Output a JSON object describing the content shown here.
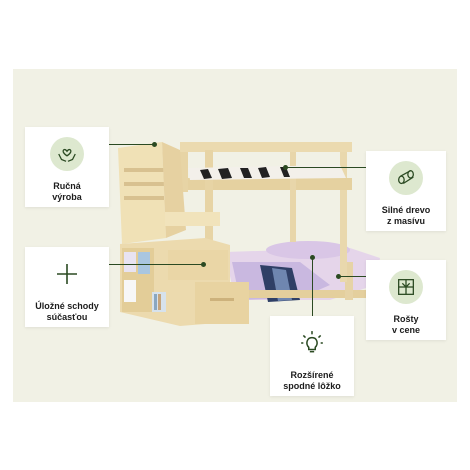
{
  "features": [
    {
      "id": "handmade",
      "label": "Ručná\nvýroba",
      "icon": "hands-heart-icon"
    },
    {
      "id": "wood",
      "label": "Silné drevo\nz masívu",
      "icon": "wood-log-icon"
    },
    {
      "id": "stairs",
      "label": "Úložné schody\nsúčasťou",
      "icon": "plus-icon"
    },
    {
      "id": "slats",
      "label": "Rošty\nv cene",
      "icon": "gift-box-icon"
    },
    {
      "id": "lower",
      "label": "Rozšírené\nspodné lôžko",
      "icon": "lightbulb-icon"
    }
  ],
  "colors": {
    "panel": "#f1f1e5",
    "accent": "#2b4a22",
    "icon_bg": "#dde8cf",
    "wood": "#ead7a8"
  }
}
